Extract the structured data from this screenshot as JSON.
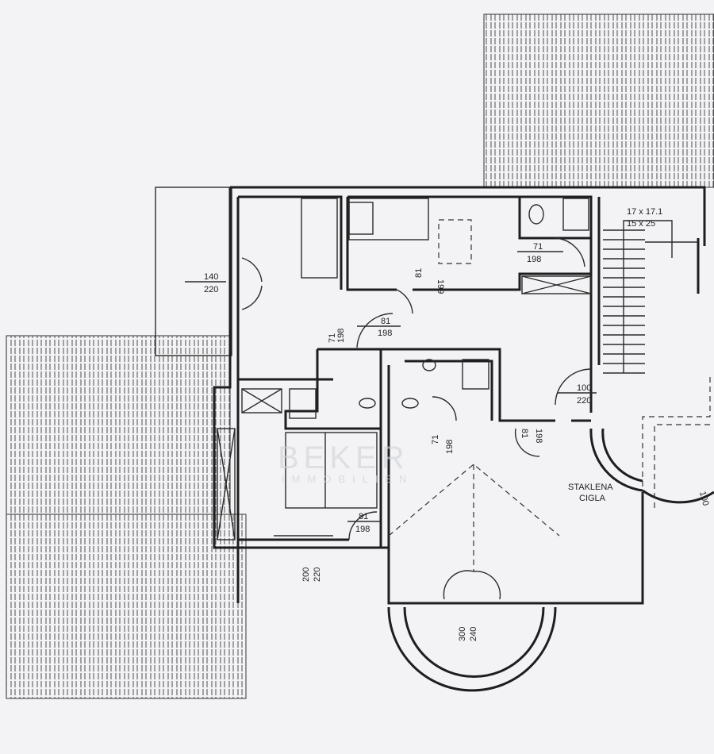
{
  "plan": {
    "watermark": {
      "brand": "BEKER",
      "sub": "IMMOBILIEN"
    },
    "labels": {
      "terrace_door": {
        "w": "140",
        "h": "220"
      },
      "room1_door": {
        "w": "71",
        "h": "198"
      },
      "hall_door": {
        "w": "81",
        "h": "198"
      },
      "room2_door": {
        "w": "81",
        "h": "199"
      },
      "bath1_door": {
        "w": "71",
        "h": "198"
      },
      "stair_spec": {
        "l1": "17 x 17.1",
        "l2": "15 x 25"
      },
      "entry_door": {
        "w": "100",
        "h": "220"
      },
      "living_door": {
        "w": "81",
        "h": "198"
      },
      "bath2_door": {
        "w": "71",
        "h": "198"
      },
      "room3_door": {
        "w": "81",
        "h": "198"
      },
      "glass_brick": {
        "l1": "STAKLENA",
        "l2": "CIGLA"
      },
      "round_door": "100",
      "balcony_door": {
        "w": "200",
        "h": "220"
      },
      "bay_door": {
        "w": "300",
        "h": "240"
      }
    }
  }
}
